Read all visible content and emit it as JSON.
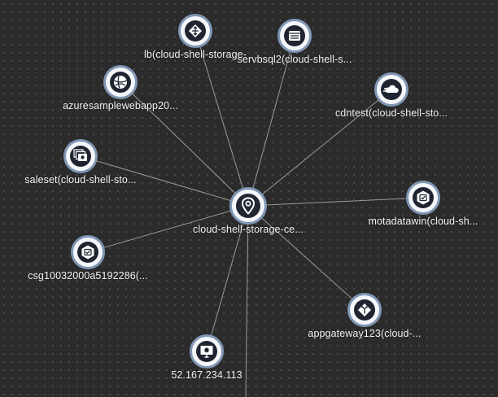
{
  "diagram": {
    "center": {
      "id": "center",
      "label": "cloud-shell-storage-ce...",
      "icon": "location-pin-icon"
    },
    "nodes": [
      {
        "id": "lb",
        "label": "lb(cloud-shell-storage-",
        "icon": "load-balancer-icon"
      },
      {
        "id": "servbsql",
        "label": "servbsql2(cloud-shell-s...",
        "icon": "sql-server-icon"
      },
      {
        "id": "azuresample",
        "label": "azuresamplewebapp20...",
        "icon": "web-app-globe-icon"
      },
      {
        "id": "cdntest",
        "label": "cdntest(cloud-shell-sto...",
        "icon": "cdn-cloud-icon"
      },
      {
        "id": "saleset",
        "label": "saleset(cloud-shell-sto...",
        "icon": "scale-set-icon"
      },
      {
        "id": "motadatawin",
        "label": "motadatawin(cloud-sh...",
        "icon": "virtual-machine-icon"
      },
      {
        "id": "csg",
        "label": "csg10032000a5192286(...",
        "icon": "storage-account-icon"
      },
      {
        "id": "appgateway",
        "label": "appgateway123(cloud-...",
        "icon": "application-gateway-icon"
      },
      {
        "id": "ip",
        "label": "52.167.234.113",
        "icon": "public-ip-monitor-icon"
      }
    ],
    "edges": [
      [
        "center",
        "lb"
      ],
      [
        "center",
        "servbsql"
      ],
      [
        "center",
        "azuresample"
      ],
      [
        "center",
        "cdntest"
      ],
      [
        "center",
        "saleset"
      ],
      [
        "center",
        "motadatawin"
      ],
      [
        "center",
        "csg"
      ],
      [
        "center",
        "appgateway"
      ],
      [
        "center",
        "ip"
      ],
      [
        "center",
        "offscreen"
      ]
    ],
    "colors": {
      "background": "#2b2b2b",
      "ring": "#7f96b4",
      "edge": "#9a9a9a",
      "label": "#f2f2f2"
    }
  }
}
